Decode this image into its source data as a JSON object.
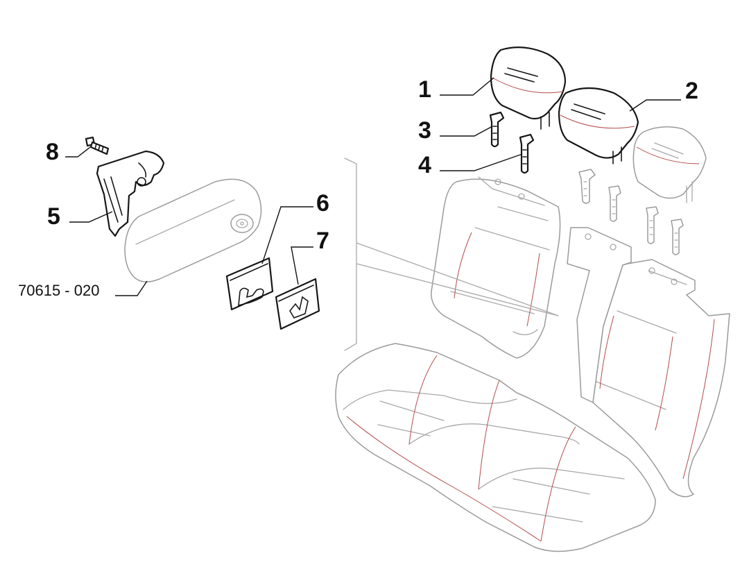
{
  "figure": {
    "reference": "70615 - 020",
    "callouts": [
      "1",
      "2",
      "3",
      "4",
      "5",
      "6",
      "7",
      "8"
    ]
  },
  "icons": {
    "headrest_front": "headrest-icon",
    "headrest_middle": "headrest-icon",
    "headrest_rear": "headrest-icon",
    "guide_bushing": "bushing-icon",
    "bracket": "bracket-icon",
    "screw": "screw-icon",
    "armrest": "armrest-icon",
    "cover_plate": "cover-plate-icon",
    "seat_cushion": "seat-cushion-icon",
    "seat_backrest": "seat-backrest-icon"
  },
  "colors": {
    "ink": "#111111",
    "part_outline_highlight": "#161616",
    "part_outline_context": "#9a9a9a",
    "upholstery_stitch": "#b44a4a"
  }
}
